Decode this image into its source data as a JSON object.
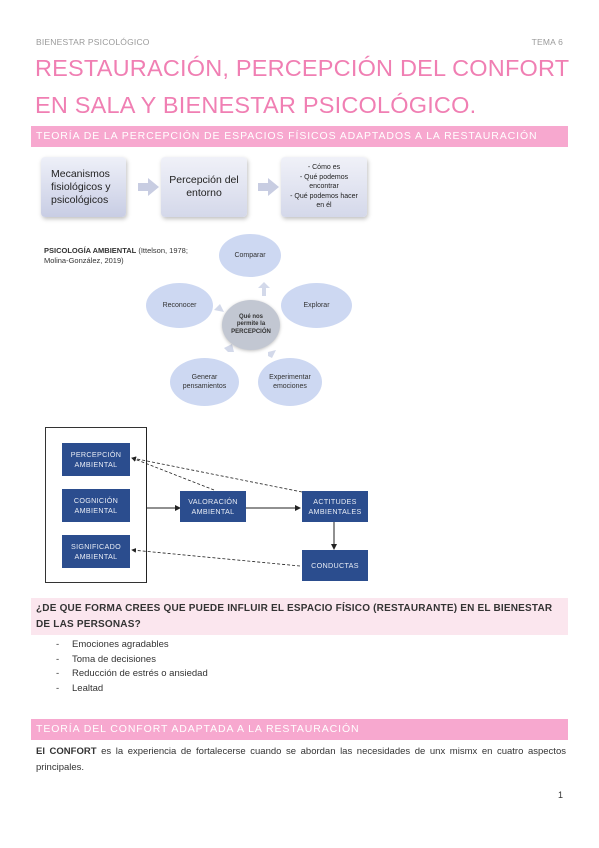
{
  "header": {
    "left": "BIENESTAR PSICOLÓGICO",
    "right": "TEMA 6"
  },
  "title": {
    "line1": "RESTAURACIÓN, PERCEPCIÓN DEL CONFORT",
    "line2": "EN SALA Y BIENESTAR PSICOLÓGICO."
  },
  "section1": "TEORÍA DE LA PERCEPCIÓN DE ESPACIOS FÍSICOS ADAPTADOS A LA RESTAURACIÓN",
  "flow": {
    "box1": [
      "Mecanismos",
      "fisiológicos y",
      "psicológicos"
    ],
    "box2": [
      "Percepción del",
      "entorno"
    ],
    "box3": [
      "- Cómo es",
      "- Qué podemos",
      "encontrar",
      "- Qué podemos hacer",
      "en él"
    ]
  },
  "psych": {
    "label_bold": "PSICOLOGÍA AMBIENTAL",
    "label_rest": " (Ittelson, 1978;",
    "label_line2": "Molina-González, 2019)"
  },
  "cycle": {
    "center": [
      "Qué nos",
      "permite la",
      "PERCEPCIÓN"
    ],
    "comparar": "Comparar",
    "explorar": "Explorar",
    "experimentar": [
      "Experimentar",
      "emociones"
    ],
    "generar": [
      "Generar",
      "pensamientos"
    ],
    "reconocer": "Reconocer"
  },
  "model": {
    "percepcion": [
      "PERCEPCIÓN",
      "AMBIENTAL"
    ],
    "cognicion": [
      "COGNICIÓN",
      "AMBIENTAL"
    ],
    "significado": [
      "SIGNIFICADO",
      "AMBIENTAL"
    ],
    "valoracion": [
      "VALORACIÓN",
      "AMBIENTAL"
    ],
    "actitudes": [
      "ACTITUDES",
      "AMBIENTALES"
    ],
    "conductas": "CONDUCTAS"
  },
  "question": "¿DE QUE FORMA CREES QUE PUEDE INFLUIR EL ESPACIO FÍSICO (RESTAURANTE) EN EL BIENESTAR DE LAS PERSONAS?",
  "bullets": [
    "Emociones agradables",
    "Toma de decisiones",
    "Reducción de estrés o ansiedad",
    "Lealtad"
  ],
  "section2": "TEORÍA DEL CONFORT ADAPTADA A LA RESTAURACIÓN",
  "paragraph": {
    "bold": "El CONFORT",
    "rest": " es la experiencia de fortalecerse cuando se abordan las necesidades de unx mismx en cuatro aspectos principales."
  },
  "page_number": "1",
  "colors": {
    "pink_title": "#f07fb3",
    "pink_band": "#f7a8cf",
    "question_band": "#fbe6ee",
    "navy_box": "#2b4d8e",
    "ellipse": "#cdd8f2"
  }
}
